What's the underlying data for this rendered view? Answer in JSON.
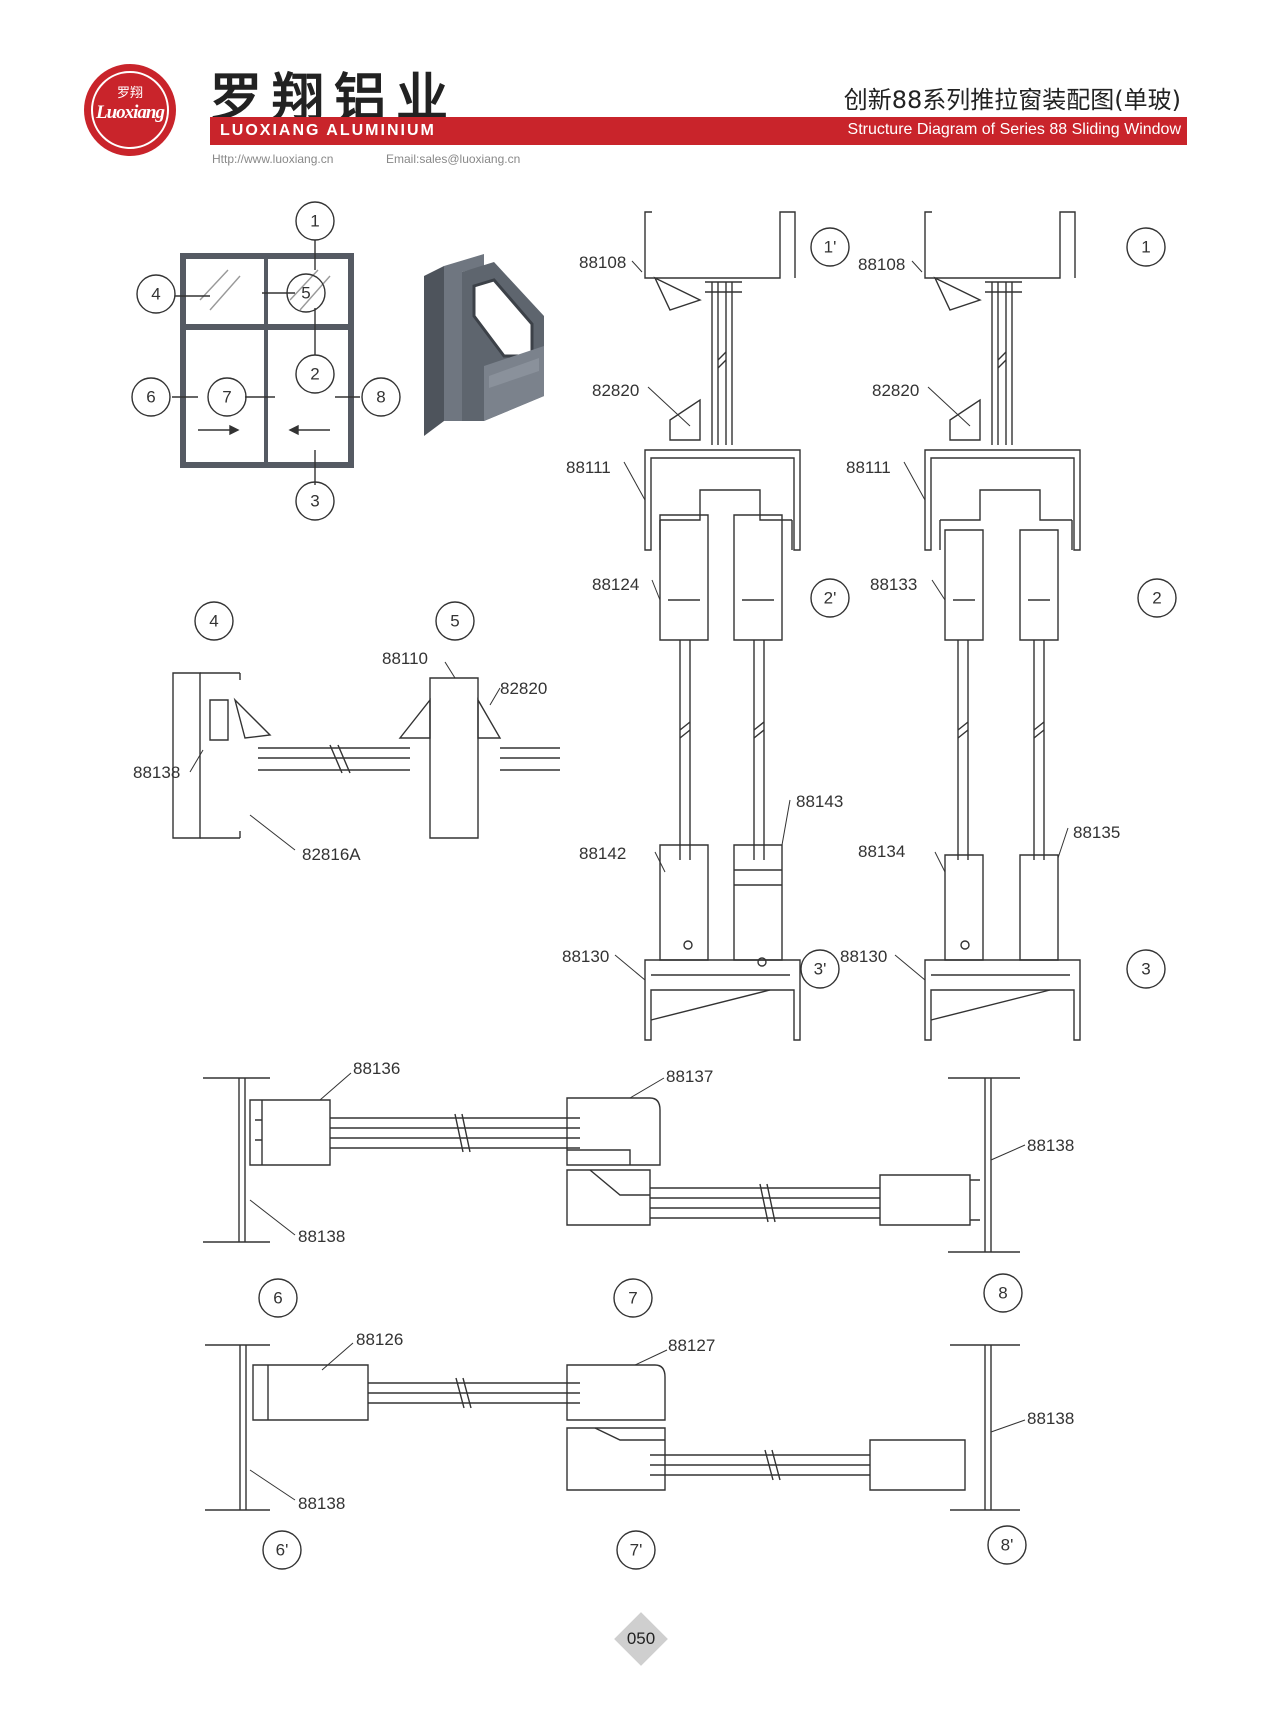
{
  "header": {
    "logo_cn": "罗翔",
    "logo_en": "Luoxiang",
    "brand_cn": "罗翔铝业",
    "brand_en": "LUOXIANG ALUMINIUM",
    "title_cn": "创新88系列推拉窗装配图(单玻)",
    "title_en": "Structure Diagram of Series 88 Sliding Window",
    "website": "Http://www.luoxiang.cn",
    "email": "Email:sales@luoxiang.cn"
  },
  "window_markers": [
    "1",
    "2",
    "3",
    "4",
    "5",
    "6",
    "7",
    "8"
  ],
  "section_markers": [
    "1'",
    "2'",
    "3'",
    "1",
    "2",
    "3",
    "4",
    "5",
    "6",
    "7",
    "8",
    "6'",
    "7'",
    "8'"
  ],
  "part_labels": {
    "p88108a": "88108",
    "p82820a": "82820",
    "p88111a": "88111",
    "p88124": "88124",
    "p88143": "88143",
    "p88142": "88142",
    "p88130a": "88130",
    "p88108b": "88108",
    "p82820b": "82820",
    "p88111b": "88111",
    "p88133": "88133",
    "p88135": "88135",
    "p88134": "88134",
    "p88130b": "88130",
    "p88110": "88110",
    "p82820c": "82820",
    "p88138a": "88138",
    "p82816A": "82816A",
    "p88136": "88136",
    "p88137": "88137",
    "p88138b": "88138",
    "p88138c": "88138",
    "p88126": "88126",
    "p88127": "88127",
    "p88138d": "88138",
    "p88138e": "88138"
  },
  "page_number": "050",
  "colors": {
    "brand_red": "#c9242b",
    "frame_gray": "#555a63",
    "line": "#333333"
  }
}
